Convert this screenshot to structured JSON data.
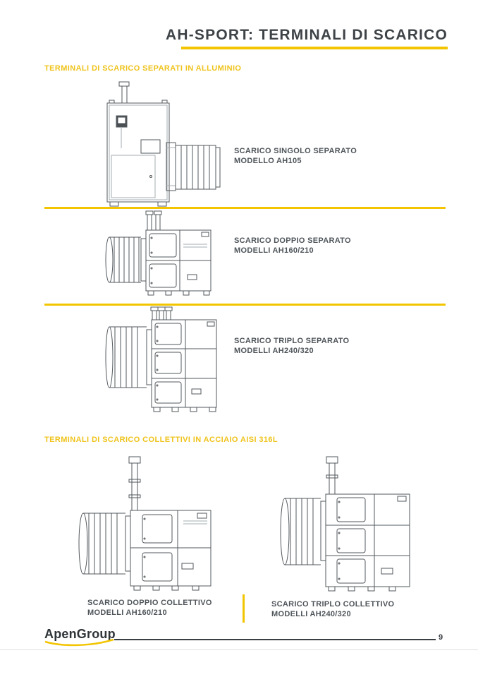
{
  "header": {
    "title": "AH-SPORT: TERMINALI DI SCARICO"
  },
  "sections": [
    {
      "heading": "TERMINALI DI SCARICO SEPARATI IN ALLUMINIO",
      "items": [
        {
          "name": "SCARICO SINGOLO SEPARATO",
          "model": "MODELLO AH105"
        },
        {
          "name": "SCARICO DOPPIO SEPARATO",
          "model": "MODELLI AH160/210"
        },
        {
          "name": "SCARICO TRIPLO SEPARATO",
          "model": "MODELLI AH240/320"
        }
      ]
    },
    {
      "heading": "TERMINALI DI SCARICO COLLETTIVI IN ACCIAIO AISI 316L",
      "items": [
        {
          "name": "SCARICO DOPPIO COLLETTIVO",
          "model": "MODELLI AH160/210"
        },
        {
          "name": "SCARICO TRIPLO COLLETTIVO",
          "model": "MODELLI AH240/320"
        }
      ]
    }
  ],
  "footer": {
    "brand": "ApenGroup",
    "page_number": "9"
  },
  "colors": {
    "accent_yellow": "#F2C500",
    "heading_yellow": "#EFC31B",
    "title_gray": "#3E4347",
    "caption_gray": "#4F555A"
  }
}
